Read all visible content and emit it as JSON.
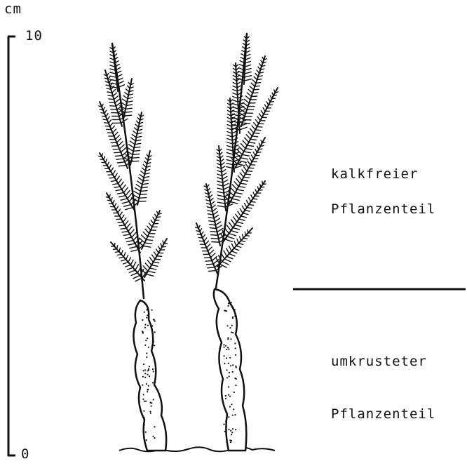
{
  "scale": {
    "unit": "cm",
    "max_label": "10",
    "min_label": "0"
  },
  "upper_label": {
    "line1": "kalkfreier",
    "line2": "Pflanzenteil"
  },
  "lower_label": {
    "line1": "umkrusteter",
    "line2": "Pflanzenteil"
  }
}
